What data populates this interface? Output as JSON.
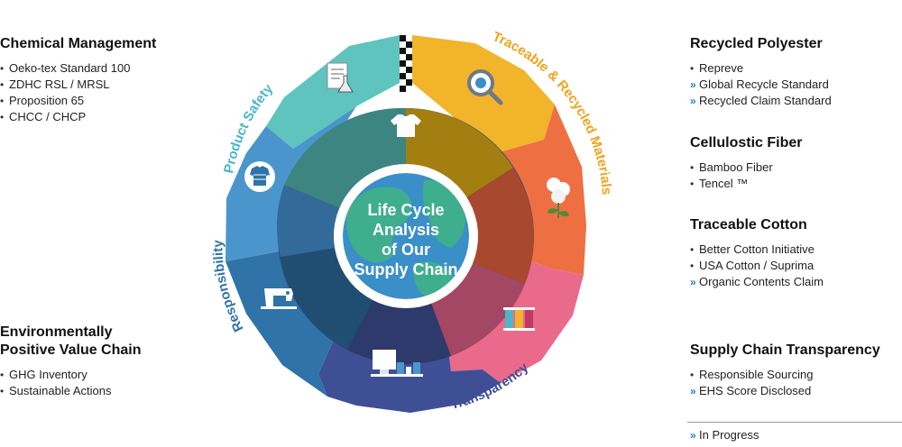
{
  "center": {
    "lines": [
      "Life Cycle",
      "Analysis",
      "of Our",
      "Supply Chain"
    ]
  },
  "ring_labels": {
    "product_safety": "Product Safety",
    "traceable": "Traceable & Recycled Materials",
    "transparency": "Transparency",
    "responsibility": "Responsibility"
  },
  "left": {
    "chemical": {
      "title": "Chemical Management",
      "items": [
        {
          "text": "Oeko-tex Standard 100",
          "marker": "•"
        },
        {
          "text": "ZDHC RSL / MRSL",
          "marker": "•"
        },
        {
          "text": "Proposition 65",
          "marker": "•"
        },
        {
          "text": "CHCC / CHCP",
          "marker": "•"
        }
      ]
    },
    "environment": {
      "title_lines": [
        "Environmentally",
        "Positive Value Chain"
      ],
      "items": [
        {
          "text": "GHG Inventory",
          "marker": "•"
        },
        {
          "text": "Sustainable Actions",
          "marker": "•"
        }
      ]
    }
  },
  "right": {
    "polyester": {
      "title": "Recycled Polyester",
      "items": [
        {
          "text": "Repreve",
          "marker": "•"
        },
        {
          "text": "Global Recycle Standard",
          "marker": "»"
        },
        {
          "text": "Recycled Claim Standard",
          "marker": "»"
        }
      ]
    },
    "cellulostic": {
      "title": "Cellulostic Fiber",
      "items": [
        {
          "text": "Bamboo Fiber",
          "marker": "•"
        },
        {
          "text": "Tencel ™",
          "marker": "•"
        }
      ]
    },
    "cotton": {
      "title": "Traceable Cotton",
      "items": [
        {
          "text": "Better Cotton Initiative",
          "marker": "•"
        },
        {
          "text": "USA Cotton / Suprima",
          "marker": "•"
        },
        {
          "text": "Organic Contents Claim",
          "marker": "»"
        }
      ]
    },
    "transparency": {
      "title": "Supply Chain Transparency",
      "items": [
        {
          "text": "Responsible Sourcing",
          "marker": "•"
        },
        {
          "text": "EHS Score Disclosed",
          "marker": "»"
        }
      ]
    }
  },
  "legend": {
    "marker": "»",
    "text": "In Progress"
  },
  "colors": {
    "product_safety": "#5fc4bd",
    "traceable": "#f1b42a",
    "recycled": "#ee6f42",
    "pink": "#ea6a8c",
    "transparency": "#3e4f96",
    "responsibility": "#2f73a8",
    "blue_upper": "#4a96cc",
    "bullet_progress": "#1f7fc0",
    "ring_text_product": "#4ab6c8",
    "ring_text_traceable": "#f0a31c",
    "ring_text_recycled": "#e9663f",
    "ring_text_transparency_a": "#3e4f96",
    "ring_text_transparency_b": "#e8638a",
    "ring_text_responsibility": "#2e73a8"
  },
  "icons": [
    "document-flask-icon",
    "magnifier-icon",
    "cotton-plant-icon",
    "thread-spools-icon",
    "factory-machine-icon",
    "sewing-machine-icon",
    "sweater-icon",
    "tshirt-icon",
    "checker-flag-icon",
    "globe-icon"
  ]
}
